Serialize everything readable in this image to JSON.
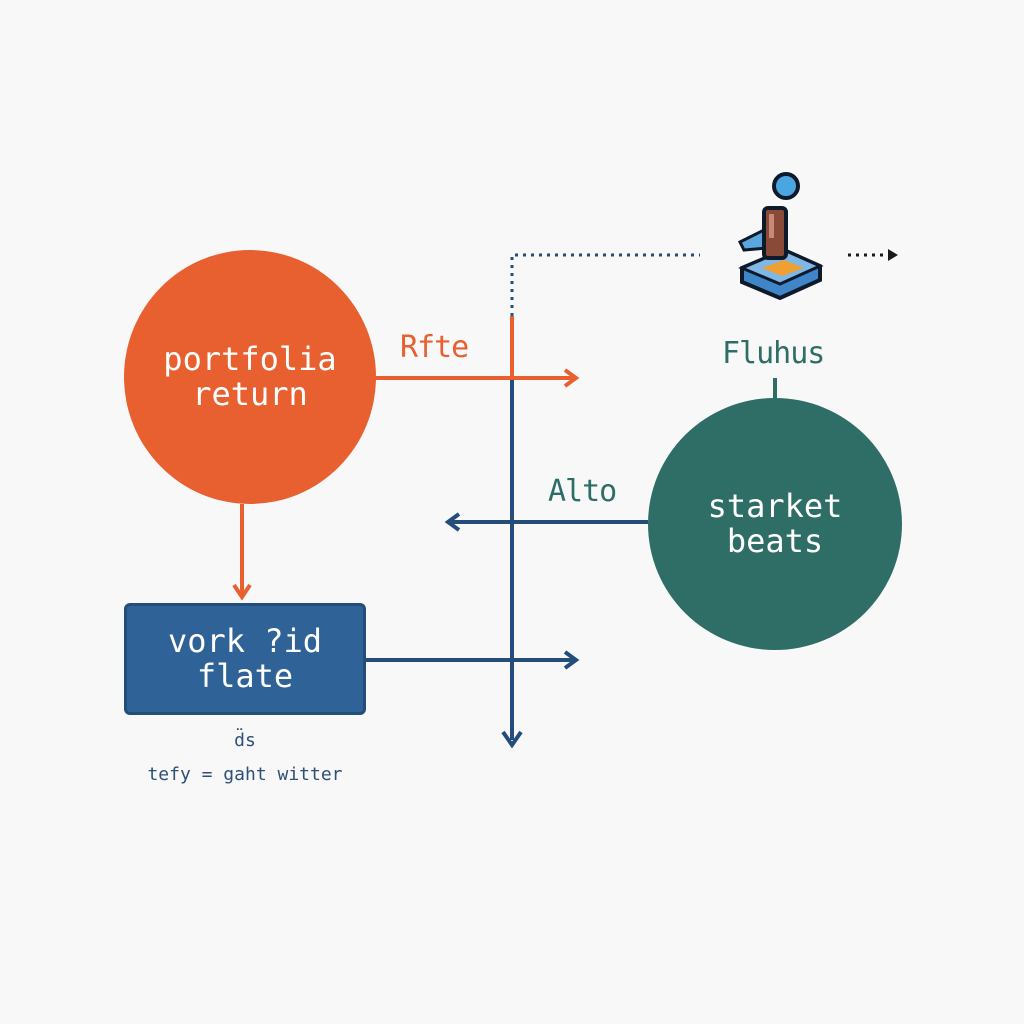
{
  "diagram": {
    "nodes": {
      "portfolio": {
        "line1": "portfolia",
        "line2": "return",
        "color": "#e8602f",
        "shape": "circle"
      },
      "market": {
        "line1": "starket",
        "line2": "beats",
        "color": "#2e6e66",
        "shape": "circle"
      },
      "box": {
        "line1": "vork ?id",
        "line2": "flate",
        "color": "#2f6296",
        "shape": "rounded-rect"
      }
    },
    "edge_labels": {
      "rite": "Rfte",
      "alto": "Alto",
      "fluhus": "Fluhus"
    },
    "captions": {
      "line1": "d̈s",
      "line2": "tefy = gaht witter"
    },
    "icon": {
      "name": "joystick-icon"
    },
    "colors": {
      "orange": "#e8602f",
      "teal": "#2e6e66",
      "navy": "#244d7c",
      "background": "#f8f8f8"
    }
  }
}
